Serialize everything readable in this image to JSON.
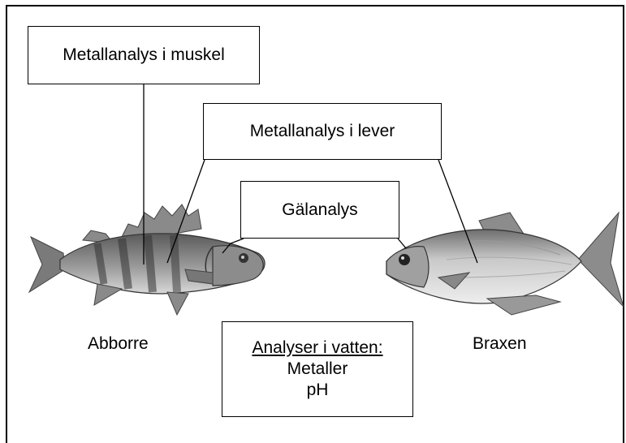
{
  "labels": {
    "muscle": "Metallanalys i muskel",
    "liver": "Metallanalys i lever",
    "gill": "Gälanalys",
    "perch": "Abborre",
    "bream": "Braxen"
  },
  "water": {
    "heading": "Analyser i vatten:",
    "items": [
      "Metaller",
      "pH"
    ]
  }
}
